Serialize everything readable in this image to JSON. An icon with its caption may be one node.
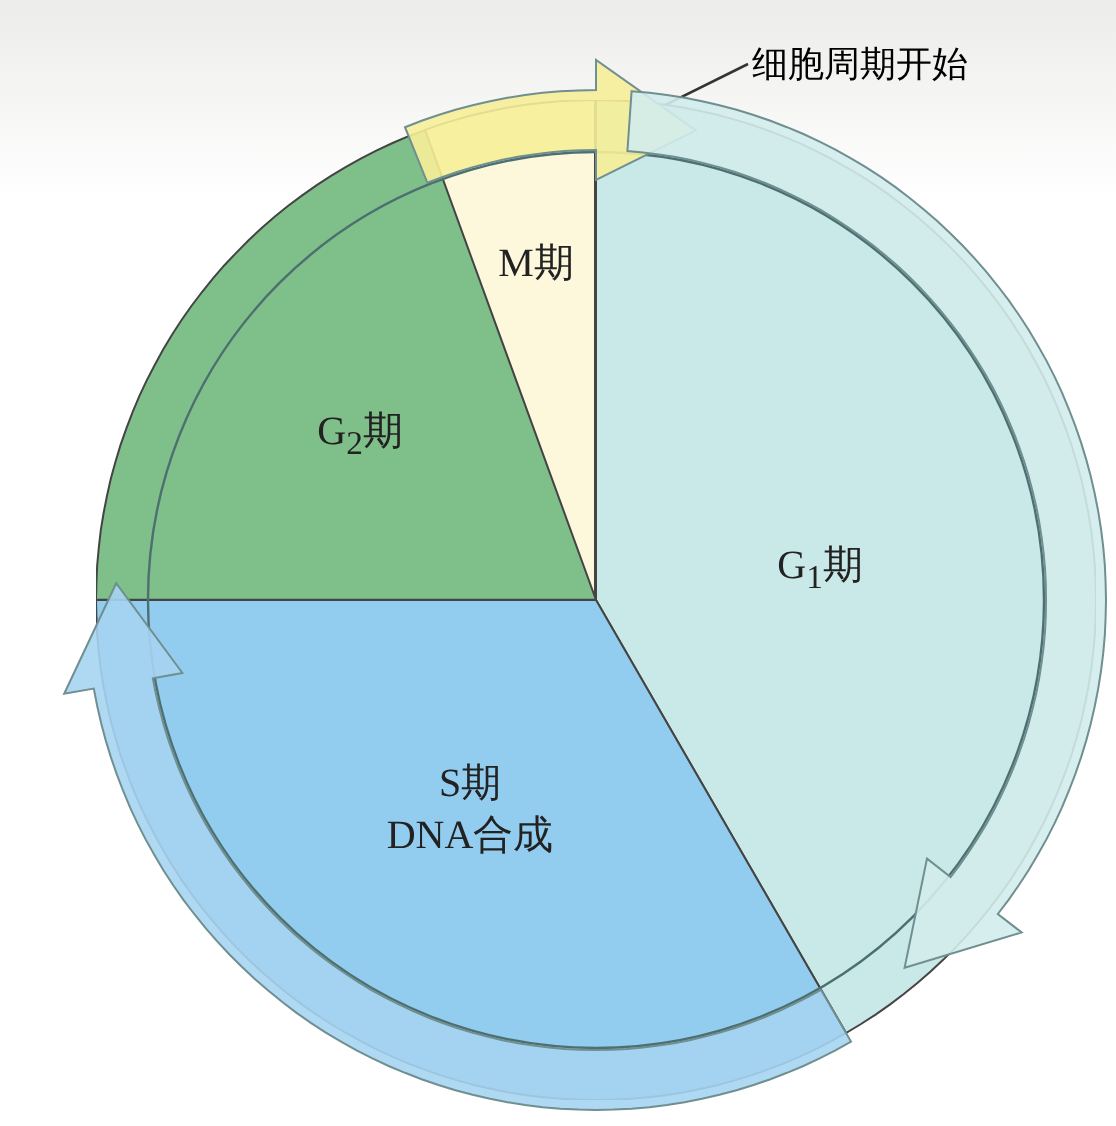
{
  "diagram": {
    "nodes": [
      {
        "text": [
          "M期"
        ]
      },
      {
        "text": [
          "G$_{1}$期"
        ]
      },
      {
        "text": [
          "S期",
          "DNA合成"
        ]
      },
      {
        "text": [
          "G$_{2}$期"
        ]
      },
      {
        "text": [
          "细胞周期开始"
        ]
      }
    ],
    "edges": [
      {
        "from": 4,
        "to": 1,
        "arrow": "none"
      },
      {
        "from": 0,
        "to": 1,
        "arrow": "to",
        "style": "thick",
        "color": "#f6ee98"
      },
      {
        "from": 1,
        "to": 2,
        "arrow": "to",
        "style": "thick",
        "color": "#d3ecec"
      },
      {
        "from": 2,
        "to": 3,
        "arrow": "to",
        "style": "thick",
        "color": "#a6d4f2"
      }
    ]
  }
}
